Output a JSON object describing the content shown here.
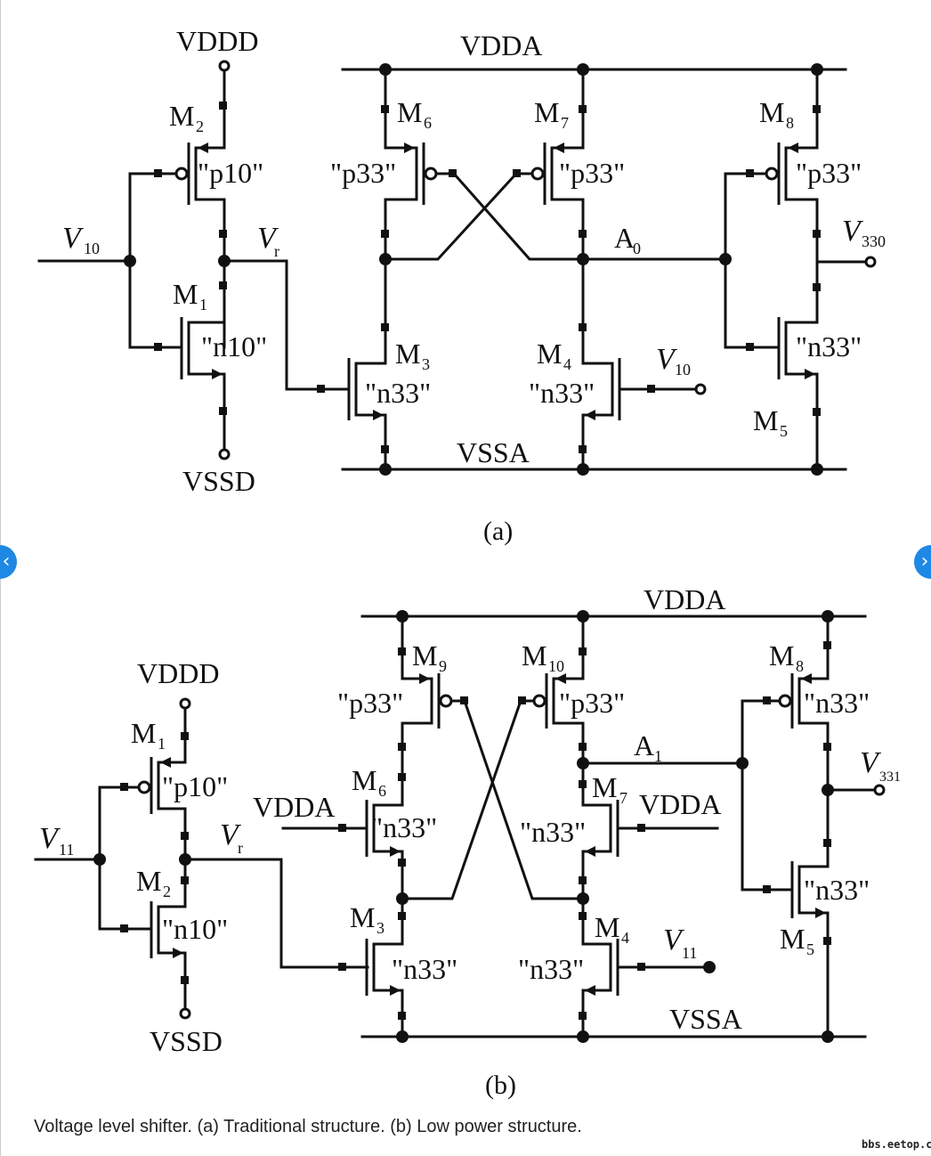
{
  "figure": {
    "panel_a": {
      "tag": "(a)",
      "rails": {
        "vddd": "VDDD",
        "vssd": "VSSD",
        "vdda": "VDDA",
        "vssa": "VSSA"
      },
      "nodes": {
        "input": "V",
        "input_sub": "10",
        "vr": "V",
        "vr_sub": "r",
        "a0": "A",
        "a0_sub": "0",
        "out": "V",
        "out_sub": "330",
        "m4_gate": "V",
        "m4_gate_sub": "10"
      },
      "transistors": [
        {
          "id": "M2",
          "label": "M",
          "sub": "2",
          "type": "\"p10\""
        },
        {
          "id": "M1",
          "label": "M",
          "sub": "1",
          "type": "\"n10\""
        },
        {
          "id": "M6",
          "label": "M",
          "sub": "6",
          "type": "\"p33\""
        },
        {
          "id": "M7",
          "label": "M",
          "sub": "7",
          "type": "\"p33\""
        },
        {
          "id": "M8",
          "label": "M",
          "sub": "8",
          "type": "\"p33\""
        },
        {
          "id": "M3",
          "label": "M",
          "sub": "3",
          "type": "\"n33\""
        },
        {
          "id": "M4",
          "label": "M",
          "sub": "4",
          "type": "\"n33\""
        },
        {
          "id": "M5",
          "label": "M",
          "sub": "5",
          "type": "\"n33\""
        }
      ]
    },
    "panel_b": {
      "tag": "(b)",
      "rails": {
        "vddd": "VDDD",
        "vssd": "VSSD",
        "vdda": "VDDA",
        "vssa": "VSSA",
        "vdda_m6": "VDDA",
        "vdda_m7": "VDDA"
      },
      "nodes": {
        "input": "V",
        "input_sub": "11",
        "vr": "V",
        "vr_sub": "r",
        "a1": "A",
        "a1_sub": "1",
        "out": "V",
        "out_sub": "331",
        "m4_gate": "V",
        "m4_gate_sub": "11"
      },
      "transistors": [
        {
          "id": "M1",
          "label": "M",
          "sub": "1",
          "type": "\"p10\""
        },
        {
          "id": "M2",
          "label": "M",
          "sub": "2",
          "type": "\"n10\""
        },
        {
          "id": "M9",
          "label": "M",
          "sub": "9",
          "type": "\"p33\""
        },
        {
          "id": "M10",
          "label": "M",
          "sub": "10",
          "type": "\"p33\""
        },
        {
          "id": "M8",
          "label": "M",
          "sub": "8",
          "type": "\"n33\""
        },
        {
          "id": "M6",
          "label": "M",
          "sub": "6",
          "type": "\"n33\""
        },
        {
          "id": "M7",
          "label": "M",
          "sub": "7",
          "type": "\"n33\""
        },
        {
          "id": "M3",
          "label": "M",
          "sub": "3",
          "type": "\"n33\""
        },
        {
          "id": "M4",
          "label": "M",
          "sub": "4",
          "type": "\"n33\""
        },
        {
          "id": "M5",
          "label": "M",
          "sub": "5",
          "type": "\"n33\""
        }
      ]
    }
  },
  "caption": "Voltage level shifter. (a) Traditional structure. (b) Low power structure.",
  "watermark": "bbs.eetop.cn",
  "nav": {
    "prev_icon": "‹",
    "next_icon": "›"
  },
  "colors": {
    "ink": "#111111",
    "nav": "#1e88e5"
  }
}
